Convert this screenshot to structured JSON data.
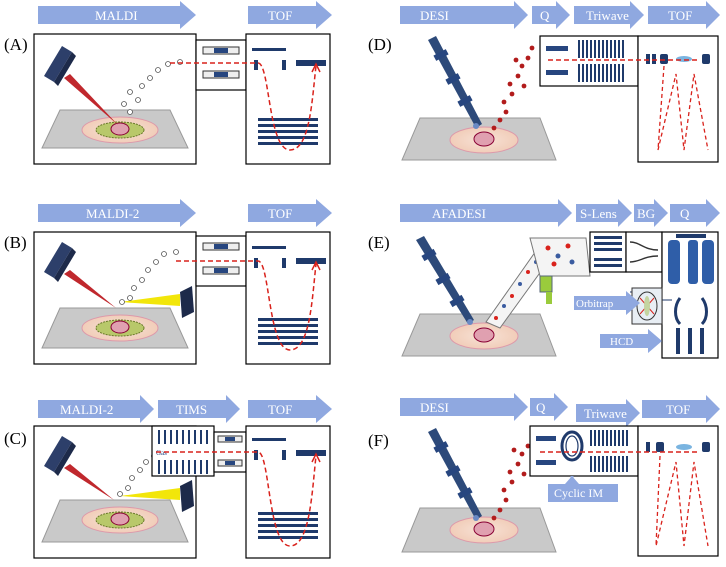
{
  "colors": {
    "arrow_fill": "#8fa8e0",
    "arrow_text": "#ffffff",
    "surface": "#c9c9c9",
    "laser_red": "#c0282d",
    "laser_yellow": "#f2e60a",
    "ion_dash": "#d9221c",
    "droplet": "#b21c1c",
    "detector": "#1f3a6b",
    "electrode": "#27467f",
    "tissue_fill": "#f4d8c8",
    "bg": "#ffffff"
  },
  "panels": {
    "A": {
      "label": "(A)",
      "stages": [
        "MALDI",
        "TOF"
      ]
    },
    "B": {
      "label": "(B)",
      "stages": [
        "MALDI-2",
        "TOF"
      ]
    },
    "C": {
      "label": "(C)",
      "stages": [
        "MALDI-2",
        "TIMS",
        "TOF"
      ],
      "tims_text": "Gas"
    },
    "D": {
      "label": "(D)",
      "stages": [
        "DESI",
        "Q",
        "Triwave",
        "TOF"
      ]
    },
    "E": {
      "label": "(E)",
      "stages": [
        "AFADESI",
        "S-Lens",
        "BG",
        "Q"
      ],
      "side": [
        "Orbitrap",
        "HCD"
      ]
    },
    "F": {
      "label": "(F)",
      "stages": [
        "DESI",
        "Q",
        "Triwave",
        "TOF"
      ],
      "extra": "Cyclic IM"
    }
  }
}
